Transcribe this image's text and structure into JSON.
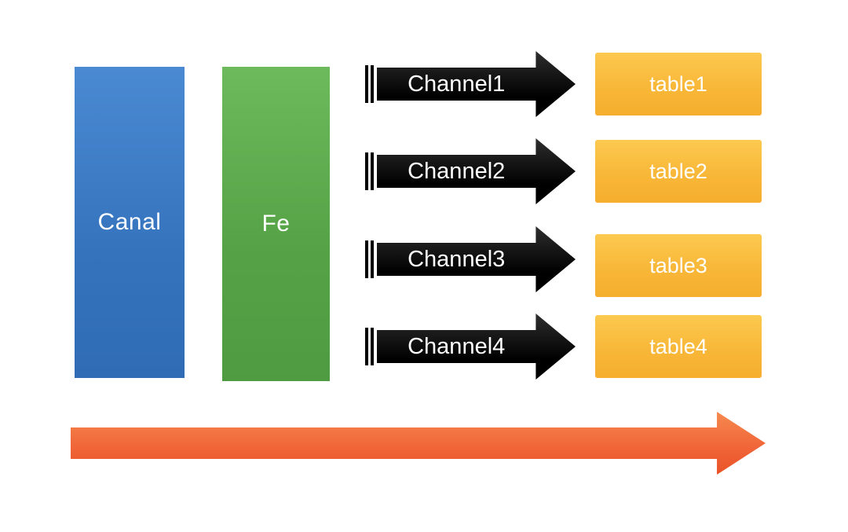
{
  "pillars": {
    "canal": "Canal",
    "fe": "Fe"
  },
  "channels": [
    {
      "label": "Channel1",
      "table": "table1"
    },
    {
      "label": "Channel2",
      "table": "table2"
    },
    {
      "label": "Channel3",
      "table": "table3"
    },
    {
      "label": "Channel4",
      "table": "table4"
    }
  ],
  "colors": {
    "canal_pillar": "#3573bd",
    "fe_pillar": "#55a246",
    "table_box": "#f8b637",
    "channel_arrow": "#000000",
    "timeline_arrow": "#f0663a",
    "text": "#ffffff"
  }
}
